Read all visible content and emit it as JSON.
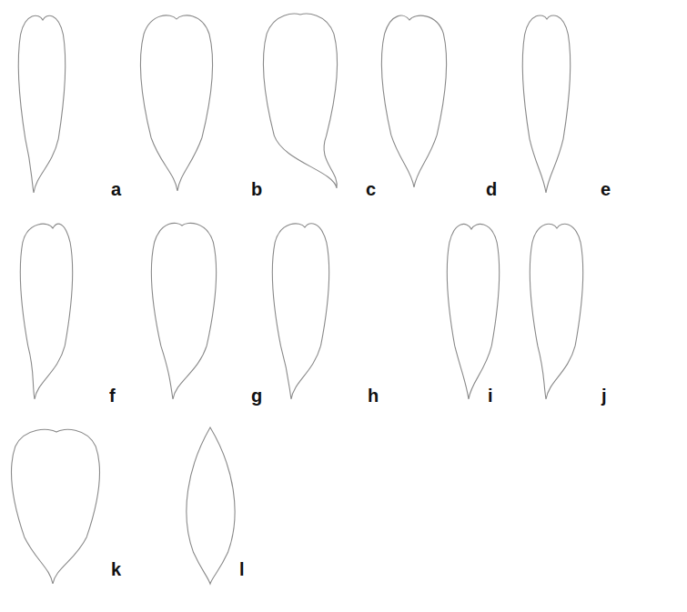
{
  "diagram": {
    "labels": [
      "a",
      "b",
      "c",
      "d",
      "e",
      "f",
      "g",
      "h",
      "i",
      "j",
      "k",
      "l"
    ]
  }
}
